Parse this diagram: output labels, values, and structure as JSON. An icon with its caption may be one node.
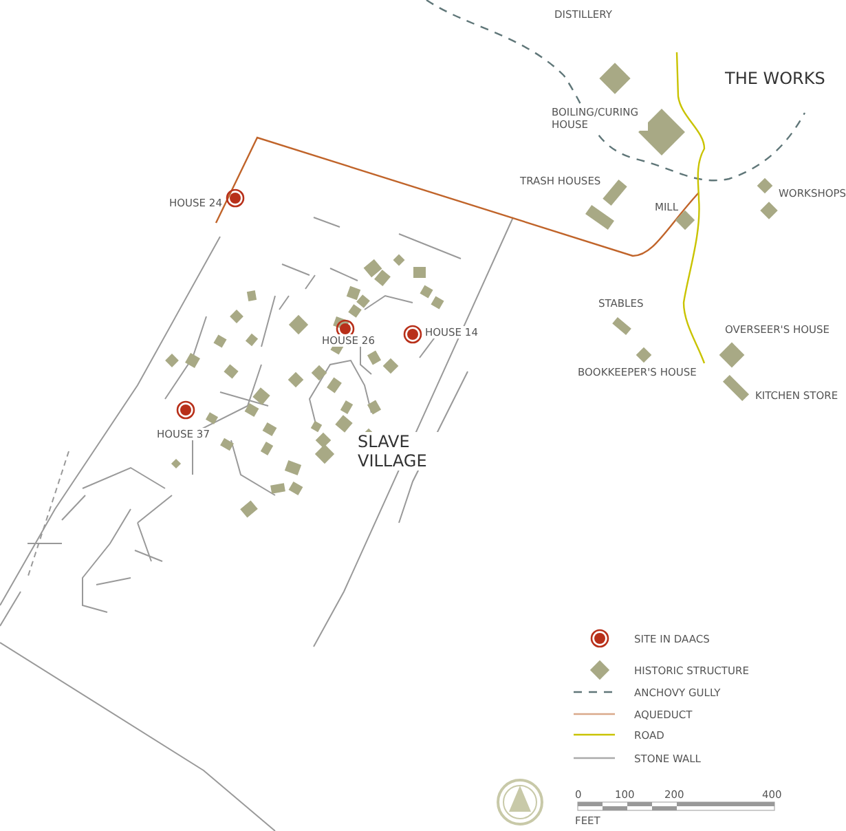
{
  "diagram": {
    "labels": [
      "DISTILLERY",
      "THE WORKS",
      "BOILING/CURING HOUSE",
      "HOUSE 24",
      "TRASH HOUSES",
      "MILL",
      "WORKSHOPS",
      "STABLES",
      "HOUSE 26",
      "HOUSE 14",
      "OVERSEER'S HOUSE",
      "BOOKKEEPER'S HOUSE",
      "KITCHEN STORE",
      "HOUSE 37",
      "SLAVE VILLAGE",
      "0",
      "100",
      "200",
      "400",
      "FEET"
    ],
    "legend": [
      {
        "text": "SITE IN DAACS"
      },
      {
        "text": "HISTORIC STRUCTURE"
      },
      {
        "text": "ANCHOVY GULLY"
      },
      {
        "text": "AQUEDUCT"
      },
      {
        "text": "ROAD"
      },
      {
        "text": "STONE WALL"
      }
    ]
  }
}
